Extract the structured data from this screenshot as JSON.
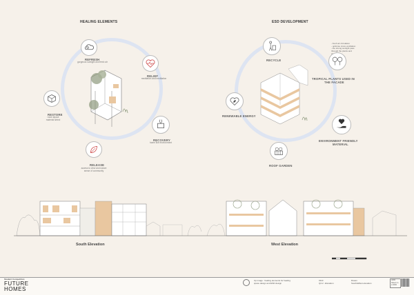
{
  "healing": {
    "title": "HEALING ELEMENTS",
    "refresh": {
      "label": "REFRESH",
      "desc": "gorgeous sunlight and fresh air"
    },
    "relief": {
      "label": "RELIEF",
      "desc": "meditation and meditation"
    },
    "restore": {
      "label": "RESTORE",
      "desc": [
        "room layout",
        "material select"
      ]
    },
    "recovery": {
      "label": "RECOVERY",
      "desc": "home like environment"
    },
    "release": {
      "label": "RELEASE",
      "desc": [
        "access to view and nature",
        "sense of community"
      ]
    }
  },
  "esd": {
    "title": "ESD DEVELOPMENT",
    "notes": [
      "- fresh air circulation",
      "- optimise cross ventilation",
      "- the strong sunlight pass",
      "  through the plants and",
      "  changes",
      "  to ambient light"
    ],
    "recycle": "RECYCLE",
    "tropical": [
      "TROPICAL PLANTS USED IN",
      "THE FACADE"
    ],
    "renewable": "RENEWABLE ENERGY",
    "friendly": [
      "ENVIRONMENT FRIENDLY",
      "MATERIAL"
    ],
    "roof": "ROOF GARDEN"
  },
  "elevations": {
    "south": "South Elevation",
    "west": "West Elevation"
  },
  "footer": {
    "competition": "Student Competition",
    "brand_line1": "FUTURE",
    "brand_line2": "HOMES",
    "caption": [
      "Up image : healing elements for healing",
      "space design and ESD design"
    ],
    "code": [
      "0110",
      "Q4.2 - Elevation"
    ],
    "drawn": [
      "Drawn",
      "South&West elevation"
    ],
    "sheet": [
      "A000",
      "Sheet no",
      "2 2000"
    ]
  },
  "colors": {
    "background": "#f6f1ea",
    "ring": "#dde4f2",
    "timber": "#e9c7a0",
    "foliage": "#8e9a7e"
  },
  "icons": [
    "cloud-sun-icon",
    "heart-pulse-icon",
    "cube-icon",
    "plant-hands-icon",
    "leaf-icon",
    "recycle-person-icon",
    "trees-icon",
    "heart-leaf-icon",
    "hand-heart-icon",
    "roof-garden-icon"
  ]
}
